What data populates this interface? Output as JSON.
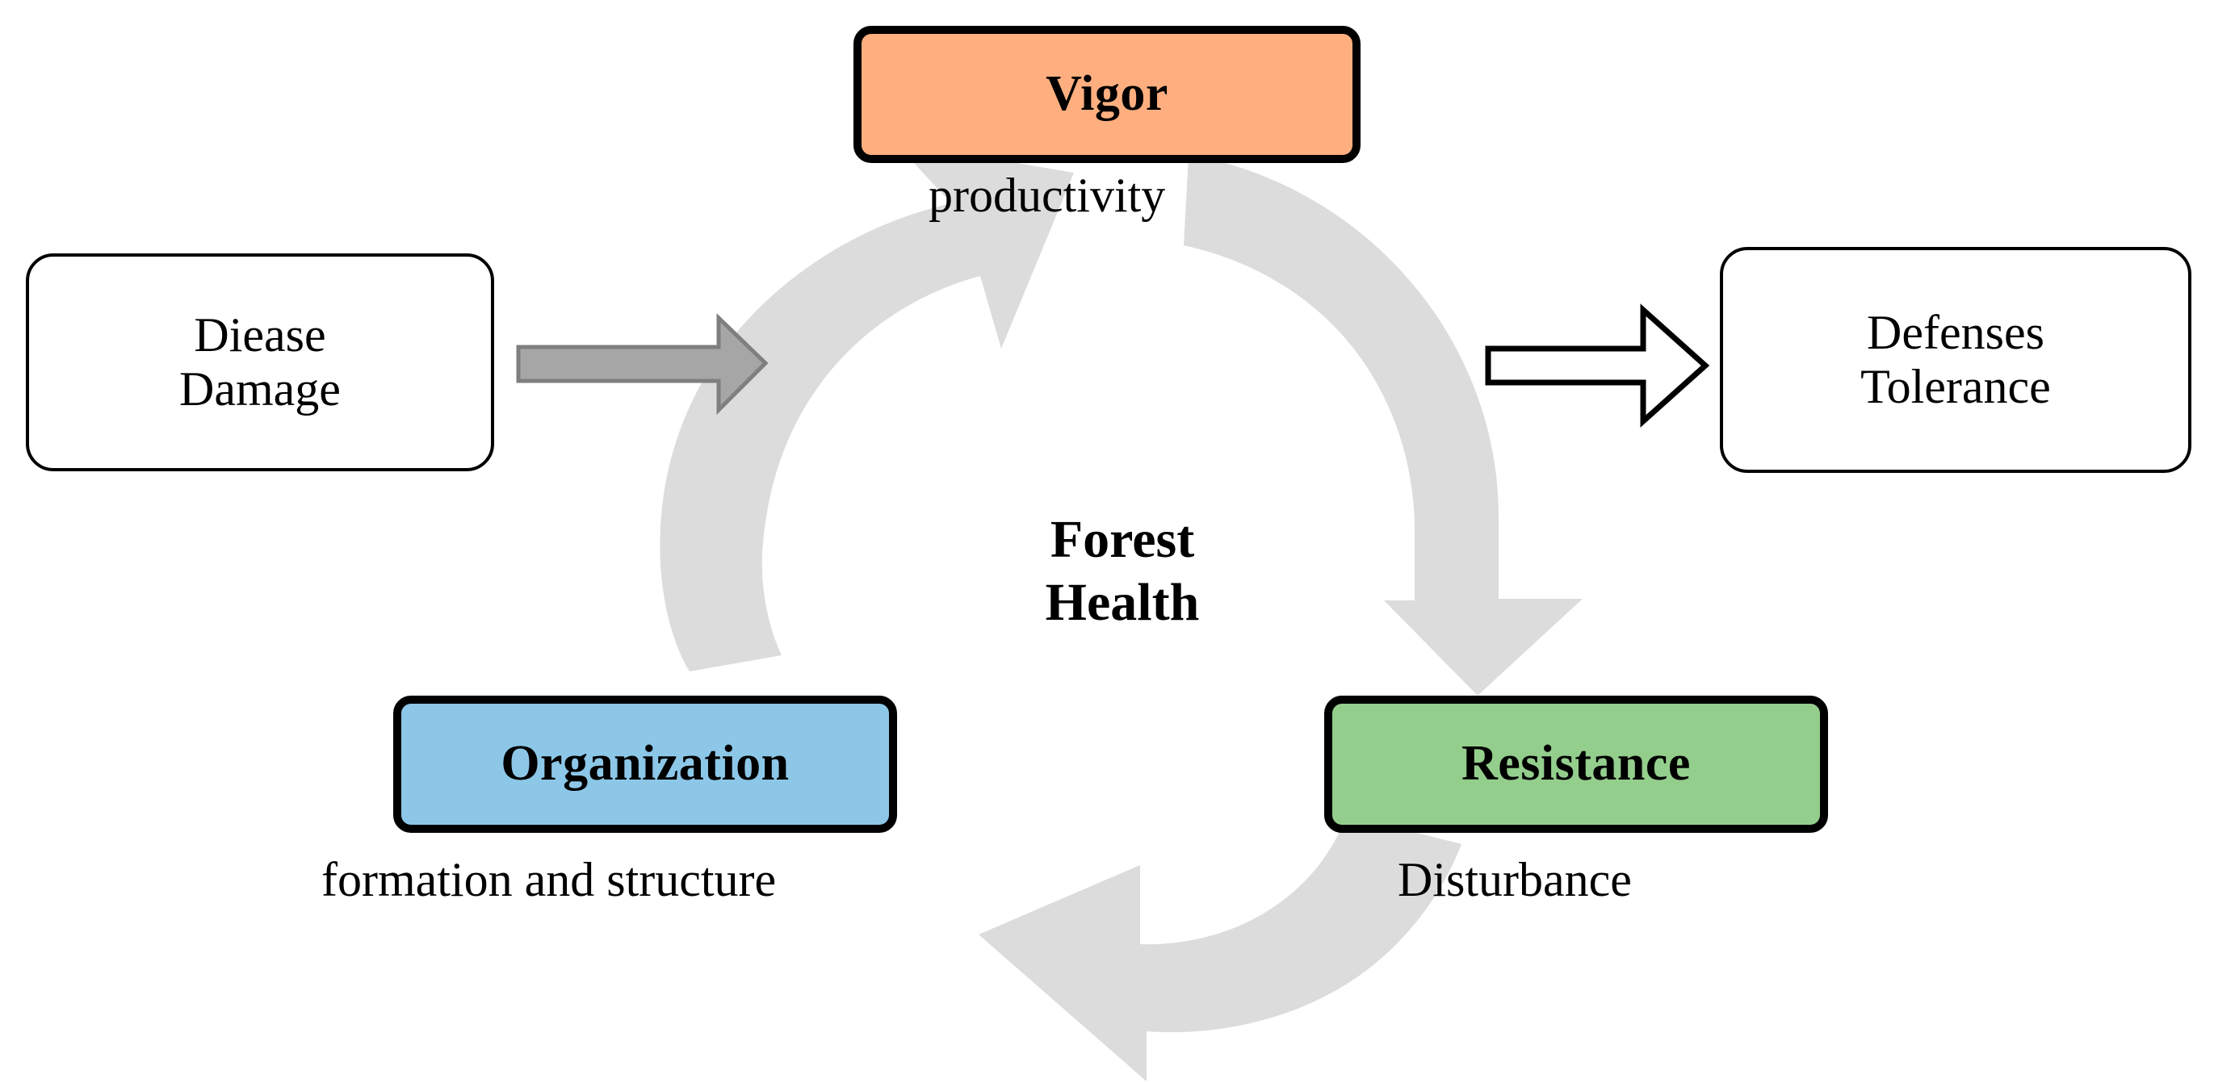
{
  "diagram": {
    "title": "Forest Health",
    "center_text": "Forest\nHealth",
    "colors": {
      "vigor_fill": "#FFAF7F",
      "organization_fill": "#8CC7E8",
      "resistance_fill": "#94CE8D",
      "plain_fill": "#FFFFFF",
      "node_border": "#000000",
      "cycle_arrow": "#DCDCDC",
      "solid_arrow_fill": "#A6A6A6",
      "solid_arrow_stroke": "#7F7F7F",
      "hollow_arrow_fill": "#FFFFFF",
      "hollow_arrow_stroke": "#000000",
      "background": "#FFFFFF"
    },
    "nodes": [
      {
        "id": "vigor",
        "label": "Vigor",
        "fill": "#FFAF7F",
        "style": "thick",
        "caption": "productivity"
      },
      {
        "id": "organization",
        "label": "Organization",
        "fill": "#8CC7E8",
        "style": "thick",
        "caption": "formation and structure"
      },
      {
        "id": "resistance",
        "label": "Resistance",
        "fill": "#94CE8D",
        "style": "thick",
        "caption": "Disturbance"
      },
      {
        "id": "disease",
        "label": "Diease\nDamage",
        "fill": "#FFFFFF",
        "style": "thin",
        "caption": ""
      },
      {
        "id": "defenses",
        "label": "Defenses\nTolerance",
        "fill": "#FFFFFF",
        "style": "thin",
        "caption": ""
      }
    ],
    "captions": {
      "productivity": "productivity",
      "formation_and_structure": "formation and structure",
      "disturbance": "Disturbance"
    },
    "arrows": [
      {
        "id": "input-arrow",
        "kind": "solid-gray-block",
        "from": "disease",
        "to": "cycle",
        "direction": "right"
      },
      {
        "id": "output-arrow",
        "kind": "hollow-outline",
        "from": "cycle",
        "to": "defenses",
        "direction": "right"
      },
      {
        "id": "cycle-arc-left",
        "kind": "curved-band",
        "from": "organization",
        "to": "vigor",
        "direction": "counterclockwise-up"
      },
      {
        "id": "cycle-arc-right",
        "kind": "curved-band",
        "from": "vigor",
        "to": "resistance",
        "direction": "clockwise-down"
      },
      {
        "id": "cycle-arc-bottom",
        "kind": "curved-band",
        "from": "resistance",
        "to": "organization",
        "direction": "leftward"
      }
    ]
  }
}
